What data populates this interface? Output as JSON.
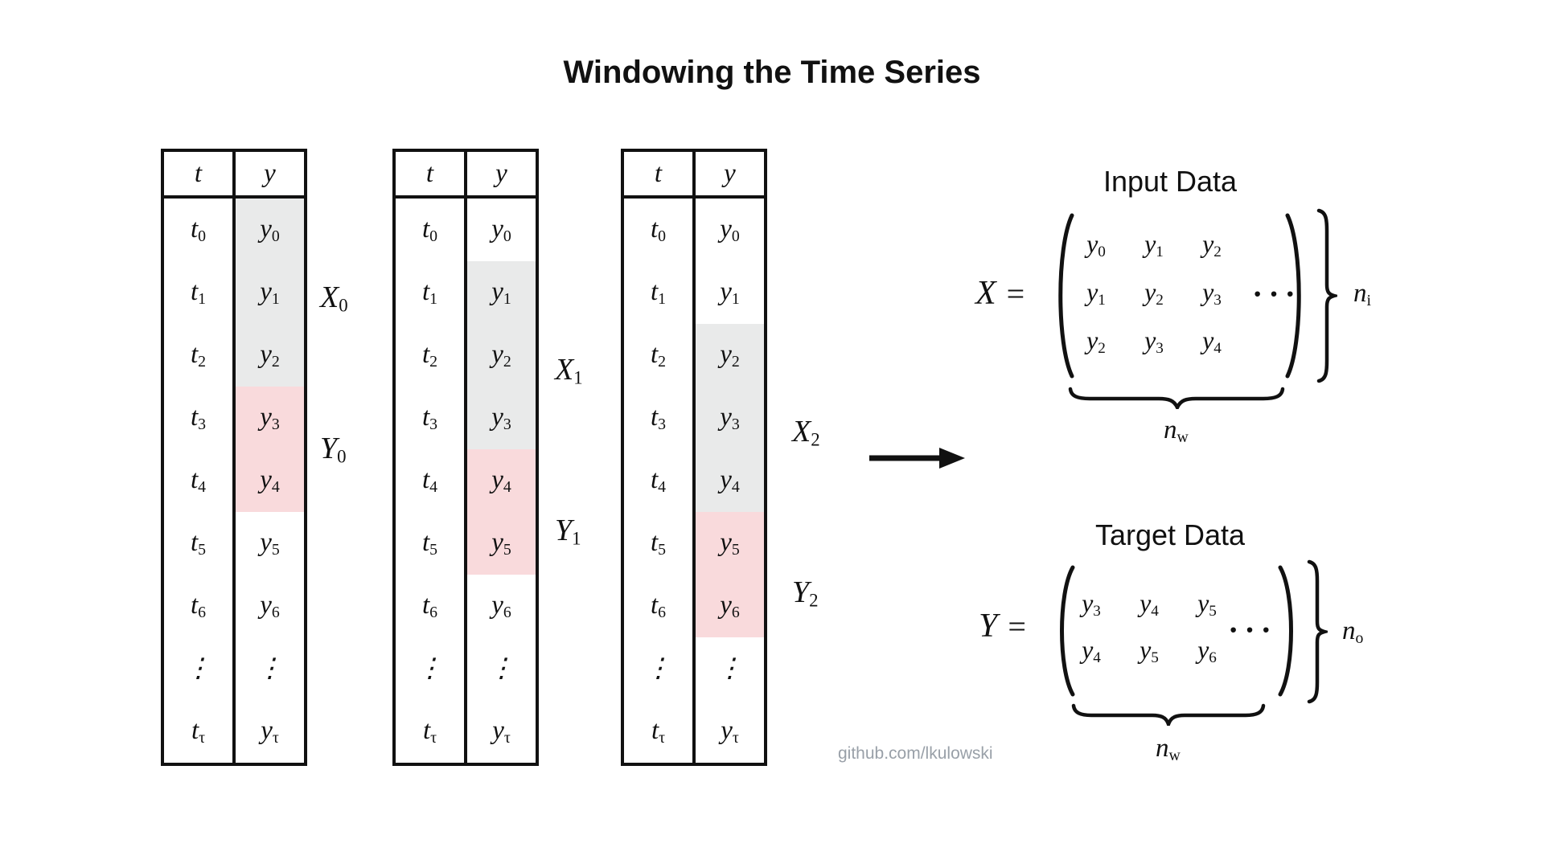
{
  "title": "Windowing the Time Series",
  "watermark": "github.com/lkulowski",
  "colors": {
    "ink": "#111111",
    "input_window_highlight": "#e9eaea",
    "target_window_highlight": "#f9dadc",
    "watermark_gray": "#99a0a8"
  },
  "table": {
    "headers": {
      "t": "t",
      "y": "y"
    },
    "t_rows": [
      {
        "b": "t",
        "s": "0"
      },
      {
        "b": "t",
        "s": "1"
      },
      {
        "b": "t",
        "s": "2"
      },
      {
        "b": "t",
        "s": "3"
      },
      {
        "b": "t",
        "s": "4"
      },
      {
        "b": "t",
        "s": "5"
      },
      {
        "b": "t",
        "s": "6"
      },
      {
        "b": "⋮",
        "s": ""
      },
      {
        "b": "t",
        "s": "τ"
      }
    ],
    "y_rows": [
      {
        "b": "y",
        "s": "0"
      },
      {
        "b": "y",
        "s": "1"
      },
      {
        "b": "y",
        "s": "2"
      },
      {
        "b": "y",
        "s": "3"
      },
      {
        "b": "y",
        "s": "4"
      },
      {
        "b": "y",
        "s": "5"
      },
      {
        "b": "y",
        "s": "6"
      },
      {
        "b": "⋮",
        "s": ""
      },
      {
        "b": "y",
        "s": "τ"
      }
    ]
  },
  "tables_meta": [
    {
      "input_window_rows": [
        0,
        1,
        2
      ],
      "target_window_rows": [
        3,
        4
      ]
    },
    {
      "input_window_rows": [
        1,
        2,
        3
      ],
      "target_window_rows": [
        4,
        5
      ]
    },
    {
      "input_window_rows": [
        2,
        3,
        4
      ],
      "target_window_rows": [
        5,
        6
      ]
    }
  ],
  "window_labels": [
    {
      "b": "X",
      "s": "0"
    },
    {
      "b": "Y",
      "s": "0"
    },
    {
      "b": "X",
      "s": "1"
    },
    {
      "b": "Y",
      "s": "1"
    },
    {
      "b": "X",
      "s": "2"
    },
    {
      "b": "Y",
      "s": "2"
    }
  ],
  "input": {
    "title": "Input Data",
    "lhs": "X",
    "equals": "=",
    "rows": [
      [
        {
          "b": "y",
          "s": "0"
        },
        {
          "b": "y",
          "s": "1"
        },
        {
          "b": "y",
          "s": "2"
        }
      ],
      [
        {
          "b": "y",
          "s": "1"
        },
        {
          "b": "y",
          "s": "2"
        },
        {
          "b": "y",
          "s": "3"
        }
      ],
      [
        {
          "b": "y",
          "s": "2"
        },
        {
          "b": "y",
          "s": "3"
        },
        {
          "b": "y",
          "s": "4"
        }
      ]
    ],
    "dots": "···",
    "row_count_label": {
      "b": "n",
      "s": "i"
    },
    "width_label": {
      "b": "n",
      "s": "w"
    }
  },
  "target": {
    "title": "Target Data",
    "lhs": "Y",
    "equals": "=",
    "rows": [
      [
        {
          "b": "y",
          "s": "3"
        },
        {
          "b": "y",
          "s": "4"
        },
        {
          "b": "y",
          "s": "5"
        }
      ],
      [
        {
          "b": "y",
          "s": "4"
        },
        {
          "b": "y",
          "s": "5"
        },
        {
          "b": "y",
          "s": "6"
        }
      ]
    ],
    "dots": "···",
    "row_count_label": {
      "b": "n",
      "s": "o"
    },
    "width_label": {
      "b": "n",
      "s": "w"
    }
  }
}
